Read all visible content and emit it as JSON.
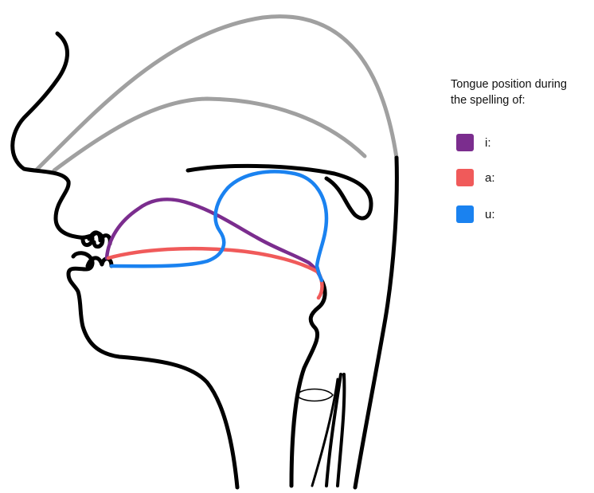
{
  "legend": {
    "title_line1": "Tongue position during",
    "title_line2": "the spelling of:",
    "items": [
      {
        "label": "i:",
        "color": "#7b2d8e"
      },
      {
        "label": "a:",
        "color": "#f05a5a"
      },
      {
        "label": "u:",
        "color": "#1a82f0"
      }
    ]
  },
  "colors": {
    "outline": "#000000",
    "palate": "#a0a0a0"
  }
}
